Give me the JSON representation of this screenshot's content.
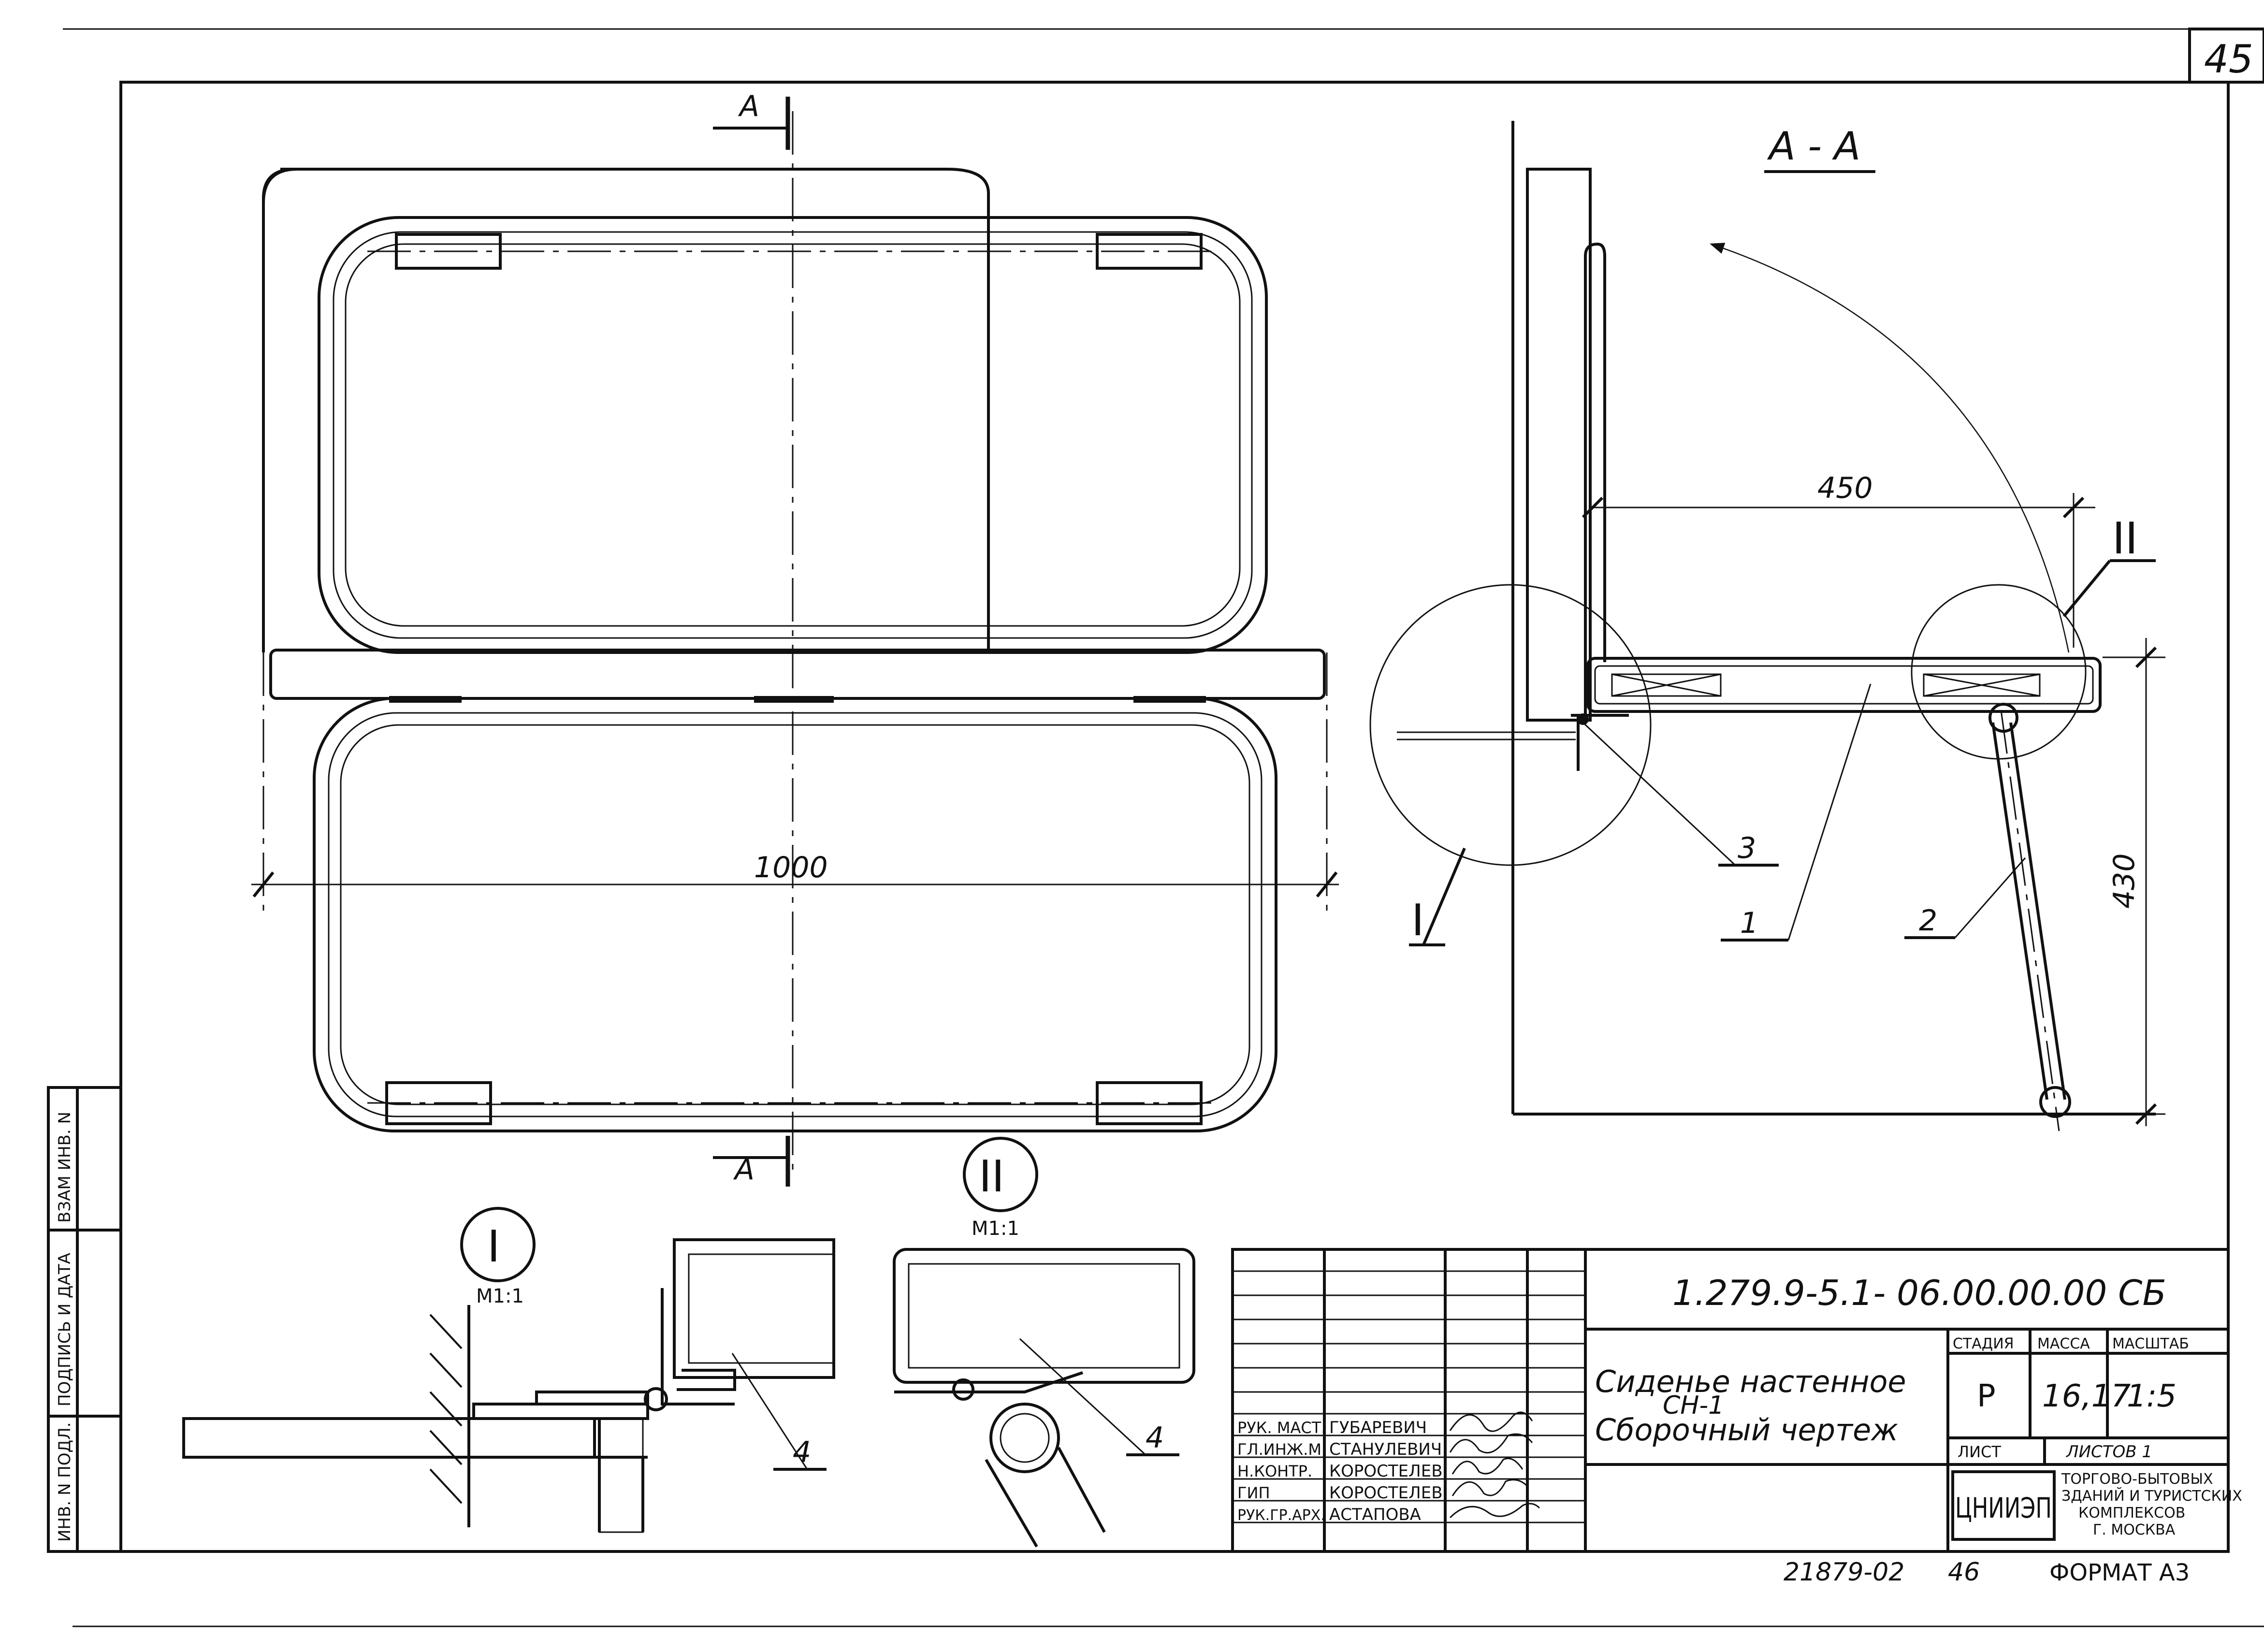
{
  "sheet": {
    "page_number": "45",
    "format_label": "ФОРМАТ А3",
    "inventory_code": "21879-02",
    "inventory_sheet": "46"
  },
  "views": {
    "section_cut_label": "А",
    "section_title": "А - А",
    "dim_width": "1000",
    "dim_depth": "450",
    "dim_height": "430",
    "callout_1": "I",
    "callout_2": "II",
    "detail_scale": "М1:1"
  },
  "parts": {
    "p1": "1",
    "p2": "2",
    "p3": "3",
    "p4": "4"
  },
  "title_block": {
    "designation": "1.279.9-5.1- 06.00.00.00 СБ",
    "name_line1": "Сиденье настенное",
    "name_line2": "СН-1",
    "name_line3": "Сборочный чертеж",
    "stage_header": "СТАДИЯ",
    "mass_header": "МАССА",
    "scale_header": "МАСШТАБ",
    "stage_value": "Р",
    "mass_value": "16,17",
    "scale_value": "1:5",
    "sheet_label": "ЛИСТ",
    "sheets_label": "ЛИСТОВ 1",
    "org_logo": "ЦНИИЭП",
    "org_line1": "ТОРГОВО-БЫТОВЫХ",
    "org_line2": "ЗДАНИЙ И ТУРИСТСКИХ",
    "org_line3": "КОМПЛЕКСОВ",
    "org_line4": "Г. МОСКВА",
    "roles": [
      {
        "role": "РУК. МАСТ.",
        "name": "ГУБАРЕВИЧ"
      },
      {
        "role": "ГЛ.ИНЖ.М.",
        "name": "СТАНУЛЕВИЧ"
      },
      {
        "role": "Н.КОНТР.",
        "name": "КОРОСТЕЛЕВ"
      },
      {
        "role": "ГИП",
        "name": "КОРОСТЕЛЕВ"
      },
      {
        "role": "РУК.ГР.АРХ.",
        "name": "АСТАПОВА"
      }
    ]
  },
  "side_stamp": {
    "inv_orig": "ИНВ. N ПОДЛ.",
    "sign_date": "ПОДПИСЬ И ДАТА",
    "replace_inv": "ВЗАМ ИНВ. N"
  }
}
